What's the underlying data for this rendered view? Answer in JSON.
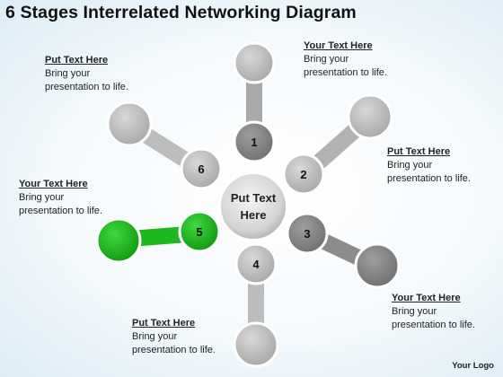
{
  "title": "6 Stages Interrelated Networking Diagram",
  "center_label": [
    "Put Text",
    "Here"
  ],
  "colors": {
    "arm": "#bdbdbd",
    "dark_ball": "#8a8a8a",
    "highlight_arm": "#2ec42e",
    "highlight_ball": "#17a817"
  },
  "stages": [
    {
      "number": "1",
      "heading": "Your Text Here",
      "body": [
        "Bring your",
        "presentation to life."
      ]
    },
    {
      "number": "2",
      "heading": "Put Text Here",
      "body": [
        "Bring your",
        "presentation to life."
      ]
    },
    {
      "number": "3",
      "heading": "Your Text Here",
      "body": [
        "Bring your",
        "presentation to life."
      ]
    },
    {
      "number": "4",
      "heading": "Put Text Here",
      "body": [
        "Bring your",
        "presentation to life."
      ]
    },
    {
      "number": "5",
      "heading": "Your Text Here",
      "body": [
        "Bring your",
        "presentation to life."
      ],
      "highlighted": true
    },
    {
      "number": "6",
      "heading": "Put Text Here",
      "body": [
        "Bring your",
        "presentation to life."
      ]
    }
  ],
  "logo": "Your Logo"
}
